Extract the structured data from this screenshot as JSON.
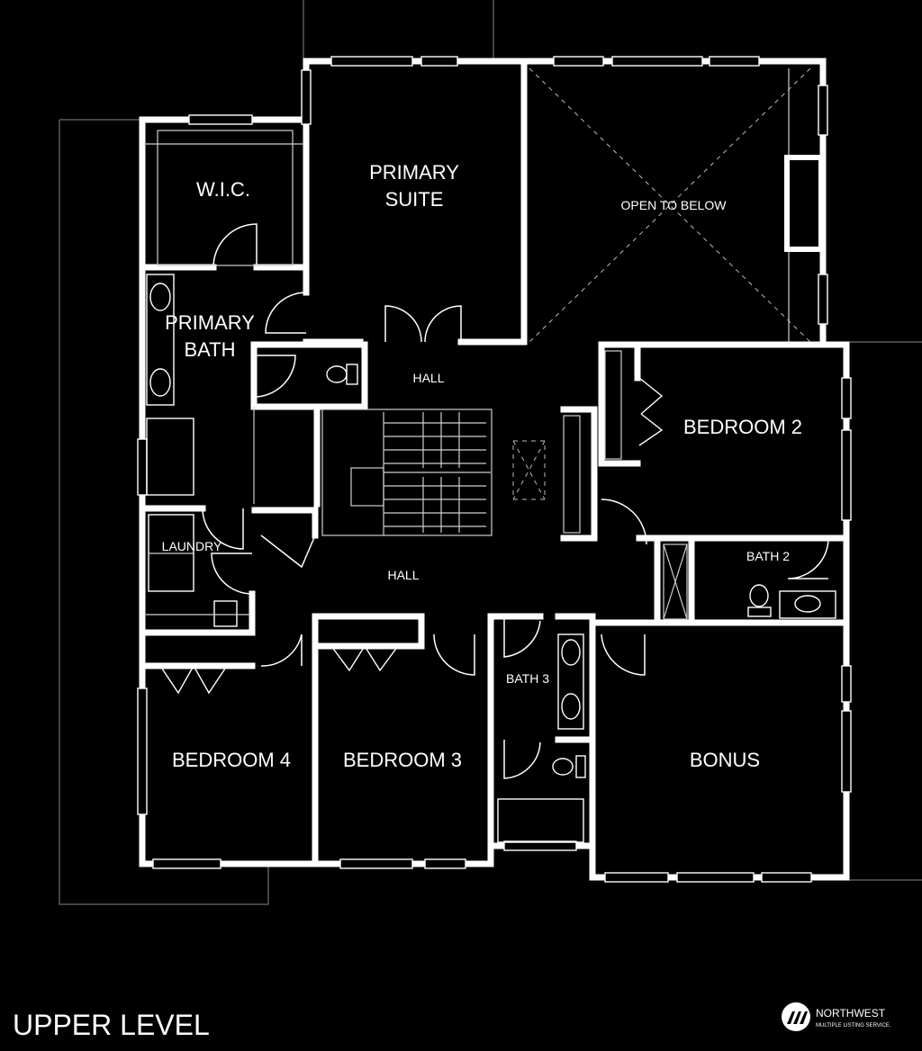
{
  "level_title": "UPPER LEVEL",
  "rooms": {
    "wic": "W.I.C.",
    "primary_suite": [
      "PRIMARY",
      "SUITE"
    ],
    "open_to_below": "OPEN TO BELOW",
    "primary_bath": [
      "PRIMARY",
      "BATH"
    ],
    "hall_upper": "HALL",
    "bedroom2": "BEDROOM 2",
    "laundry": "LAUNDRY",
    "hall_lower": "HALL",
    "bath2": "BATH 2",
    "bath3": "BATH 3",
    "bedroom4": "BEDROOM 4",
    "bedroom3": "BEDROOM 3",
    "bonus": "BONUS"
  },
  "logo": {
    "name": "NORTHWEST",
    "tagline": "MULTIPLE LISTING SERVICE."
  }
}
